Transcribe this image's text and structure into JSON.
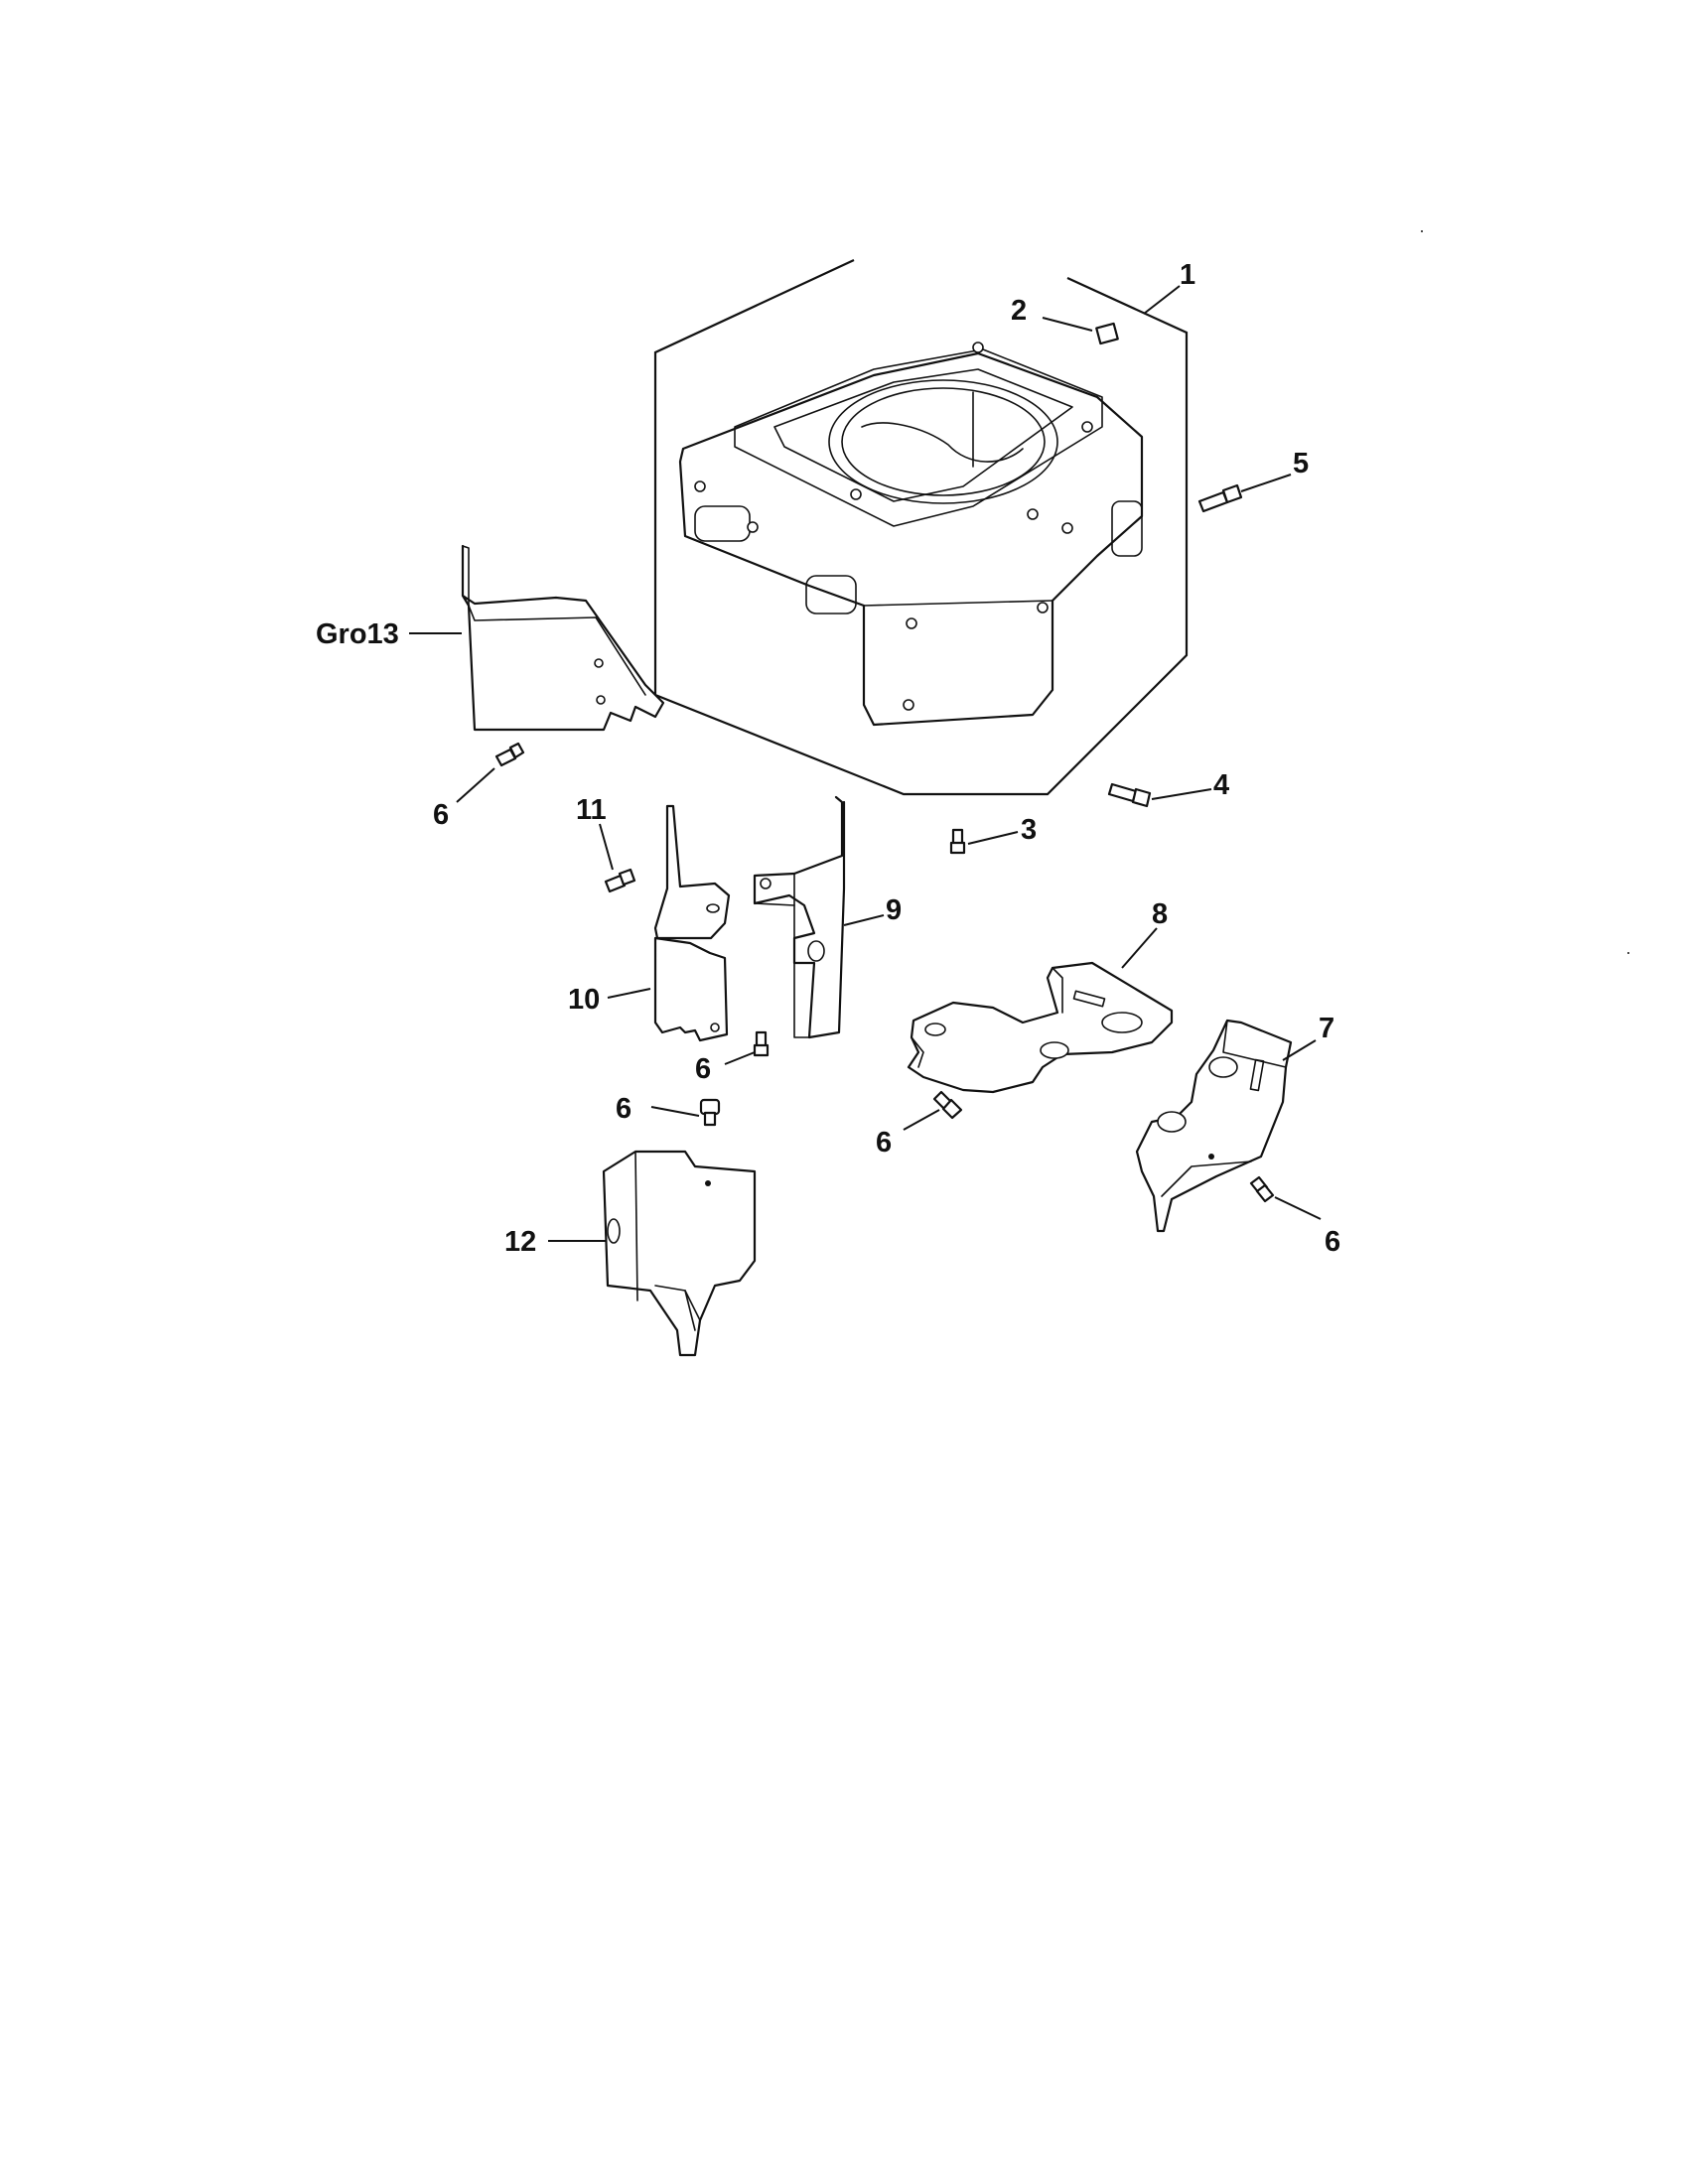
{
  "callouts": {
    "c1": "1",
    "c2": "2",
    "c3": "3",
    "c4": "4",
    "c5": "5",
    "c6a": "6",
    "c6b": "6",
    "c6c": "6",
    "c6d": "6",
    "c6e": "6",
    "c7": "7",
    "c8": "8",
    "c9": "9",
    "c10": "10",
    "c11": "11",
    "c12": "12",
    "gro13": "Gro13"
  },
  "colors": {
    "line": "#111111",
    "background": "#ffffff"
  }
}
